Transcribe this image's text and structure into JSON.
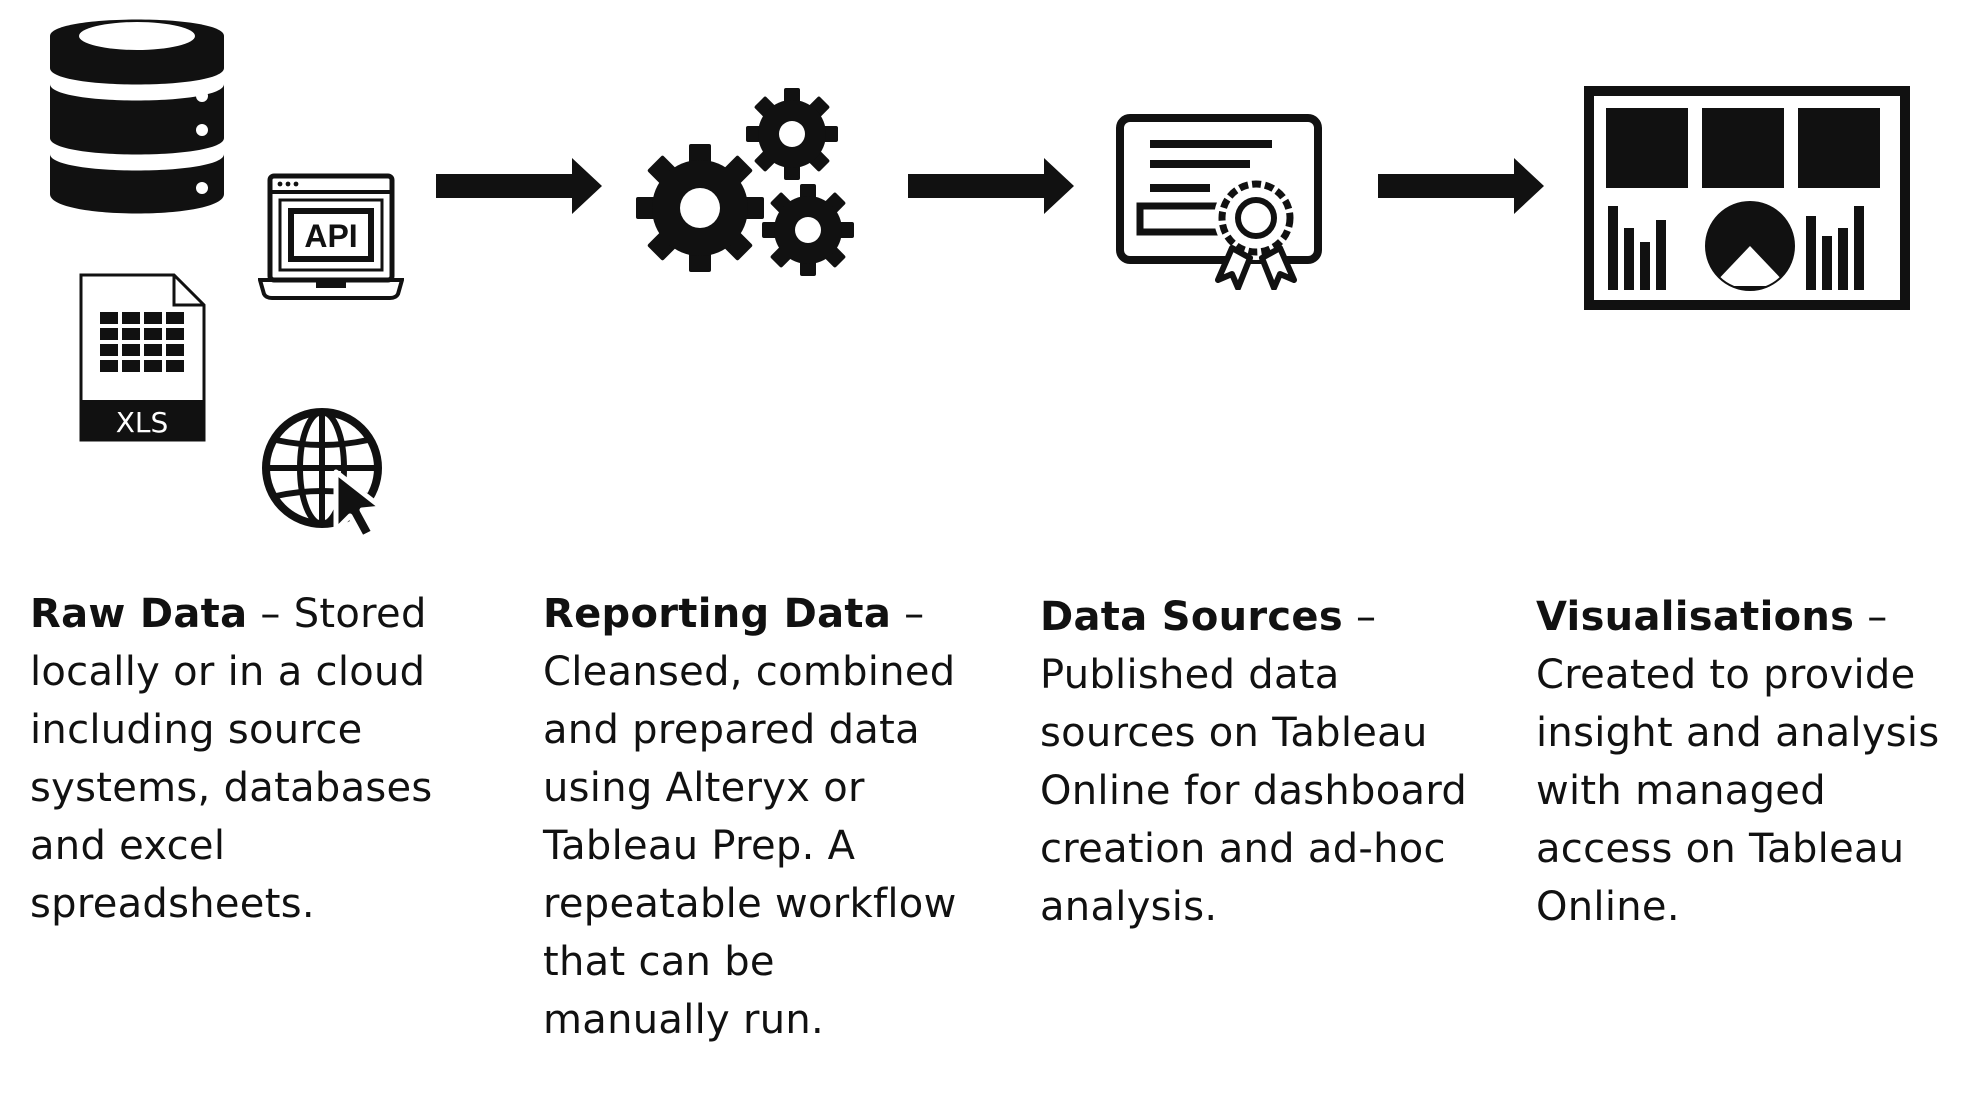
{
  "stages": [
    {
      "name": "raw-data",
      "title": "Raw Data",
      "separator": " – ",
      "text": "Stored locally or in a cloud including source systems, databases and excel spreadsheets.",
      "icons": [
        "database-icon",
        "api-laptop-icon",
        "xls-file-icon",
        "globe-cursor-icon"
      ],
      "api_label": "API",
      "xls_label": "XLS"
    },
    {
      "name": "reporting-data",
      "title": "Reporting Data",
      "separator": " –",
      "text": "Cleansed, combined and prepared data using Alteryx or Tableau Prep. A repeatable workflow that can be manually run.",
      "icons": [
        "gears-icon"
      ]
    },
    {
      "name": "data-sources",
      "title": "Data Sources",
      "separator": " –",
      "text": "Published data sources on Tableau Online for dashboard creation and ad-hoc analysis.",
      "icons": [
        "certificate-icon"
      ]
    },
    {
      "name": "visualisations",
      "title": "Visualisations",
      "separator": " –",
      "text": "Created to provide insight and analysis with managed access on Tableau Online.",
      "icons": [
        "dashboard-icon"
      ]
    }
  ],
  "colors": {
    "ink": "#111111",
    "background": "#ffffff"
  }
}
